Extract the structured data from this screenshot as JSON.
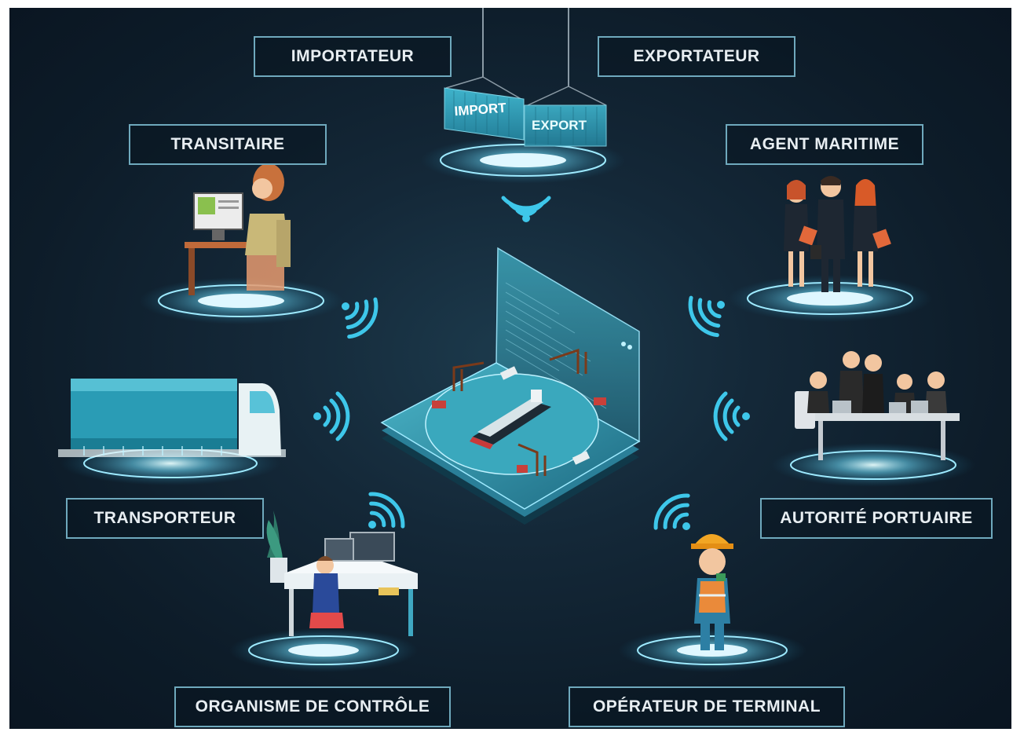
{
  "actors": {
    "importateur": "IMPORTATEUR",
    "exportateur": "EXPORTATEUR",
    "transitaire": "TRANSITAIRE",
    "agent_maritime": "AGENT MARITIME",
    "transporteur": "TRANSPORTEUR",
    "autorite_portuaire": "AUTORITÉ PORTUAIRE",
    "organisme_controle": "ORGANISME DE CONTRÔLE",
    "operateur_terminal": "OPÉRATEUR DE TERMINAL"
  },
  "containers": {
    "import": "IMPORT",
    "export": "EXPORT"
  },
  "colors": {
    "background": "#0d1c29",
    "glow": "#5fd7ff",
    "label_border": "#6fa9bd",
    "container": "#2f9fb8",
    "truck": "#1f8ea8"
  }
}
